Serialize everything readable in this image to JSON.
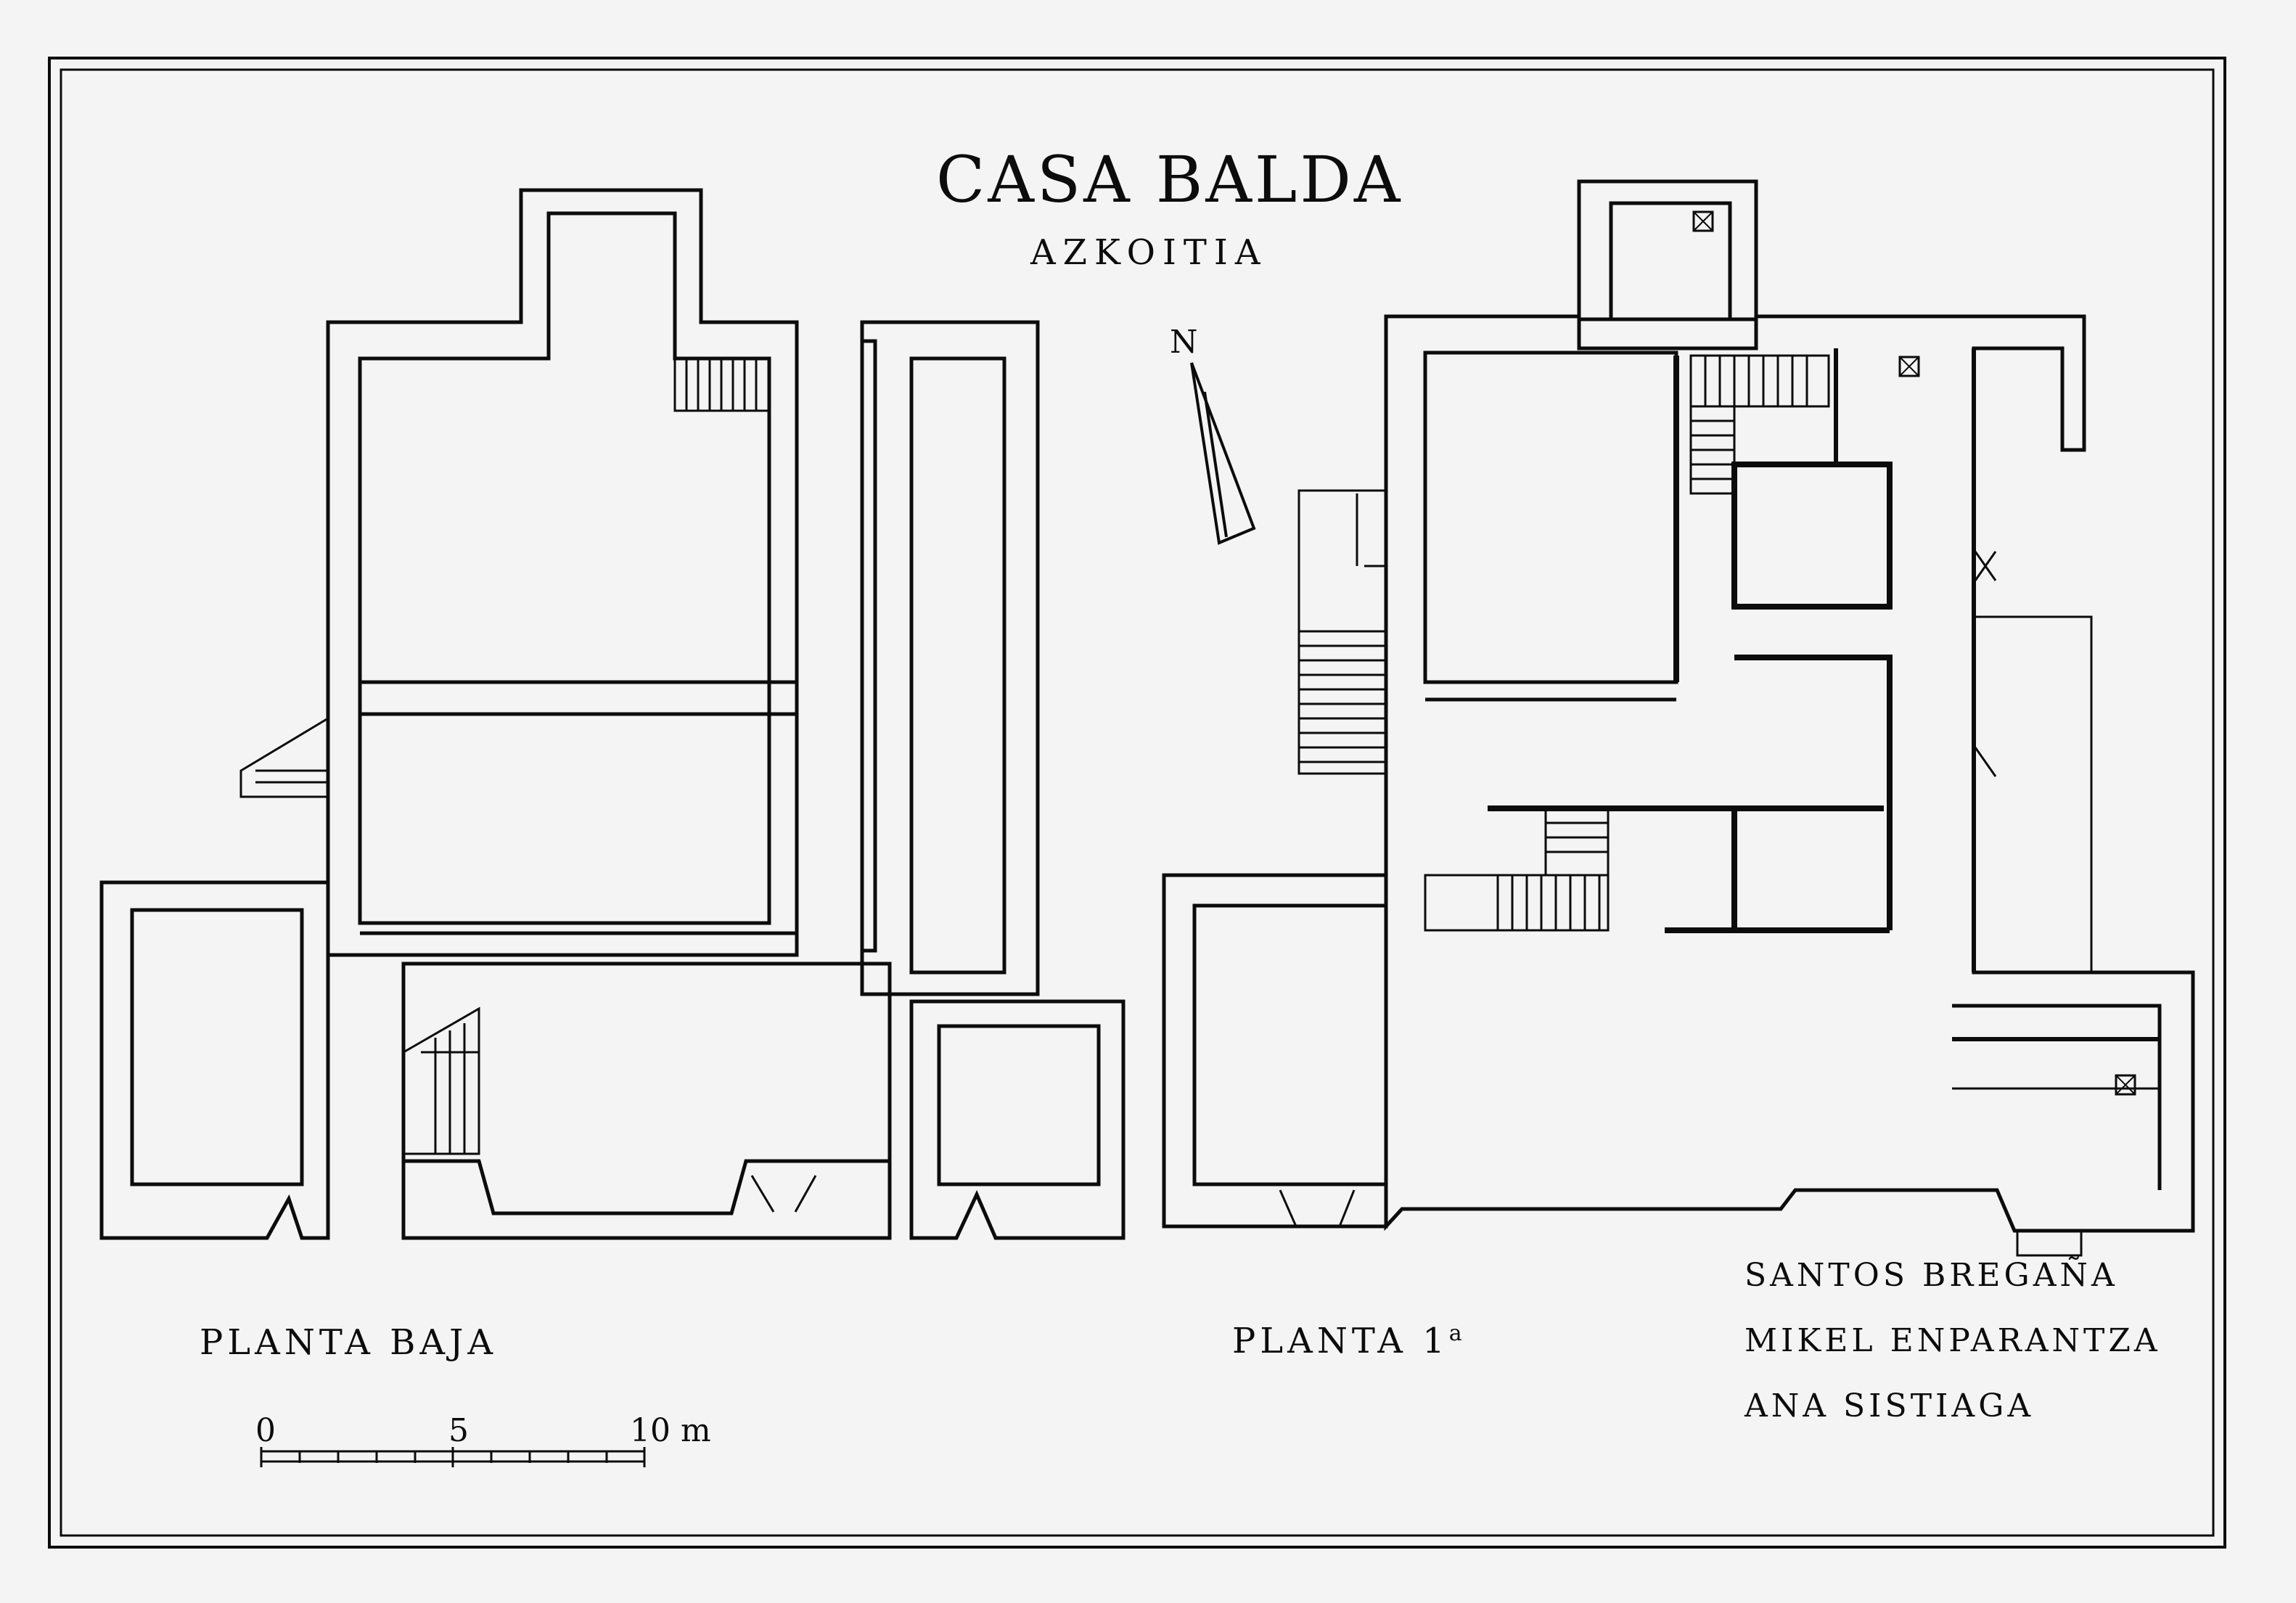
{
  "title": "CASA BALDA",
  "subtitle": "AZKOITIA",
  "north_label": "N",
  "plans": {
    "ground": {
      "label": "PLANTA BAJA"
    },
    "first": {
      "label": "PLANTA 1",
      "label_sup": "a"
    }
  },
  "authors": [
    "SANTOS BREGAÑA",
    "MIKEL ENPARANTZA",
    "ANA SISTIAGA"
  ],
  "scale": {
    "ticks": [
      "0",
      "5",
      "10 m"
    ]
  },
  "colors": {
    "paper": "#f4f4f4",
    "ink": "#0c0c0c"
  }
}
